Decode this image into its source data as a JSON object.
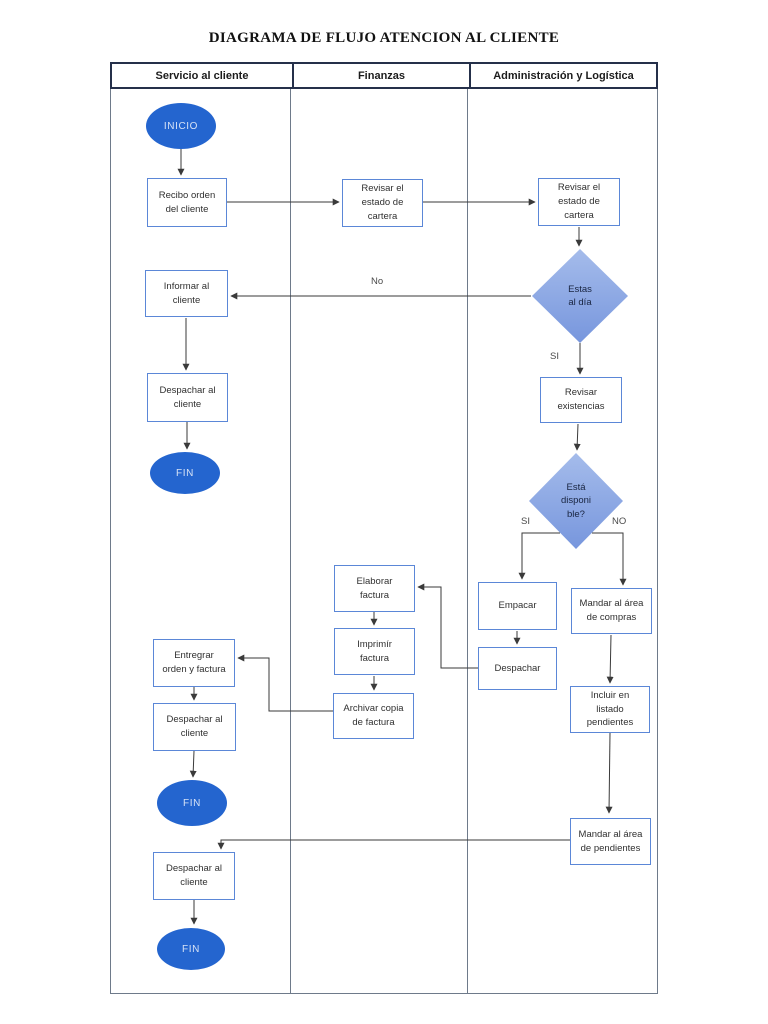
{
  "title": "DIAGRAMA DE FLUJO ATENCION AL CLIENTE",
  "lanes": [
    {
      "label": "Servicio al cliente"
    },
    {
      "label": "Finanzas"
    },
    {
      "label": "Administración y Logística"
    }
  ],
  "nodes": {
    "inicio": {
      "type": "terminator",
      "label": "INICIO"
    },
    "recibo_orden": {
      "type": "process",
      "label": "Recibo orden\ndel cliente"
    },
    "revisar_cartera_fin": {
      "type": "process",
      "label": "Revisar el\nestado de\ncartera"
    },
    "revisar_cartera_adm": {
      "type": "process",
      "label": "Revisar el\nestado de\ncartera"
    },
    "estas_al_dia": {
      "type": "decision",
      "label": "Estas\nal día"
    },
    "informar_cliente": {
      "type": "process",
      "label": "Informar al\ncliente"
    },
    "despachar_cliente_1": {
      "type": "process",
      "label": "Despachar al\ncliente"
    },
    "fin_1": {
      "type": "terminator",
      "label": "FIN"
    },
    "revisar_existencias": {
      "type": "process",
      "label": "Revisar\nexistencias"
    },
    "esta_disponible": {
      "type": "decision",
      "label": "Está\ndisponi\nble?"
    },
    "empacar": {
      "type": "process",
      "label": "Empacar"
    },
    "mandar_area_compras": {
      "type": "process",
      "label": "Mandar al área\nde compras"
    },
    "despachar": {
      "type": "process",
      "label": "Despachar"
    },
    "elaborar_factura": {
      "type": "process",
      "label": "Elaborar\nfactura"
    },
    "imprimir_factura": {
      "type": "process",
      "label": "Imprimír\nfactura"
    },
    "archivar_copia": {
      "type": "process",
      "label": "Archivar copia\nde factura"
    },
    "entregrar_orden": {
      "type": "process",
      "label": "Entregrar\norden y factura"
    },
    "despachar_cliente_2": {
      "type": "process",
      "label": "Despachar al\ncliente"
    },
    "fin_2": {
      "type": "terminator",
      "label": "FIN"
    },
    "incluir_listado": {
      "type": "process",
      "label": "Incluir en\nlistado\npendientes"
    },
    "mandar_area_pend": {
      "type": "process",
      "label": "Mandar al área\nde pendientes"
    },
    "despachar_cliente_3": {
      "type": "process",
      "label": "Despachar al\ncliente"
    },
    "fin_3": {
      "type": "terminator",
      "label": "FIN"
    }
  },
  "edge_labels": {
    "no_estas_al_dia": "No",
    "si_estas_al_dia": "SI",
    "si_disponible": "SI",
    "no_disponible": "NO"
  },
  "colors": {
    "terminator_fill": "#2465cf",
    "terminator_text": "#d6e2f6",
    "process_border": "#5b87d7",
    "process_text": "#303030",
    "decision_fill_top": "#a5bceb",
    "decision_fill_bottom": "#7796dd",
    "decision_text": "#182440",
    "lane_border": "#6e7a8a",
    "header_border": "#25304a",
    "connector": "#3a3a3a"
  }
}
